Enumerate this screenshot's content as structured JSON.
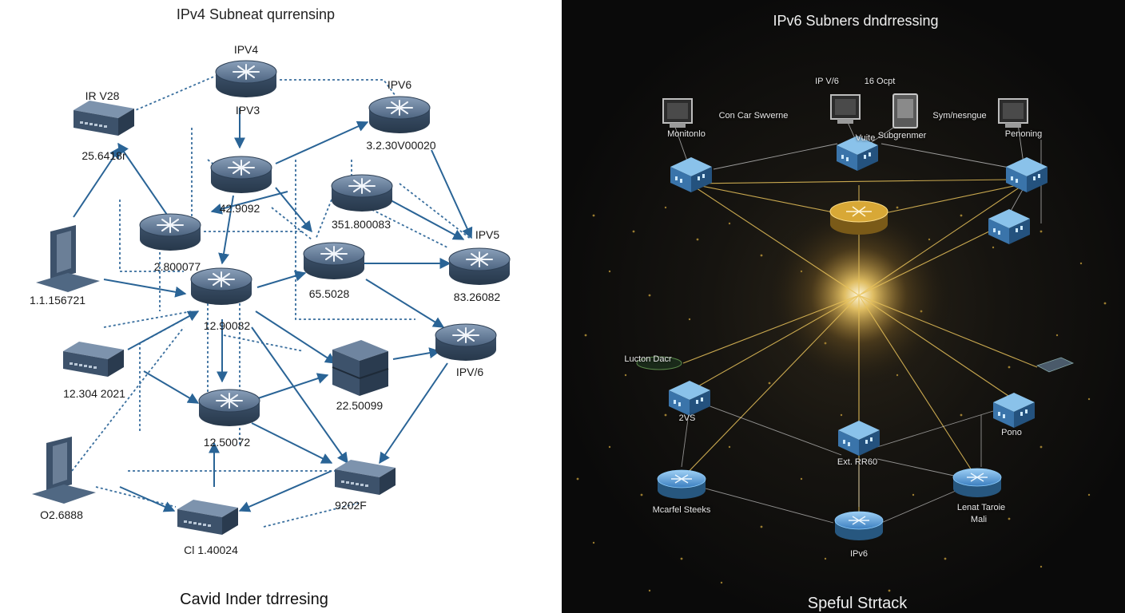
{
  "left_panel": {
    "title": "IPv4 Subneat qurrensinp",
    "footer": "Cavid Inder tdrresing",
    "labels": {
      "ipv4": "IPV4",
      "ipv3": "IPV3",
      "ipv28": "IR V28",
      "ipv6": "IPV6",
      "ipv5": "IPV5",
      "ipv6b": "IPV/6",
      "addr_25": "25.6418r",
      "addr_3_2": "3.2.30V00020",
      "addr_42": "42.9092",
      "addr_351": "351.800083",
      "addr_2_8": "2.800077",
      "addr_1_1": "1.1.156721",
      "addr_65": "65.5028",
      "addr_83": "83.26082",
      "addr_12_9": "12.90082",
      "addr_12_304": "12.304 2021",
      "addr_22": "22.50099",
      "addr_12_5": "12.50072",
      "addr_o2": "O2.6888",
      "addr_cl": "Cl 1.40024",
      "addr_9202": "9202F"
    }
  },
  "right_panel": {
    "title": "IPv6 Subners dndrressing",
    "footer": "Speful Strtack",
    "labels": {
      "ip_v6": "IP V/6",
      "sixteen_ocpt": "16 Ocpt",
      "con_car": "Con Car Swverne",
      "sym": "Sym/nesngue",
      "monitoring": "Monitonlo",
      "penoning": "Penoning",
      "vuite": "Vuite",
      "subgrenmer": "Subgrenmer",
      "lucton": "Lucton Dacr",
      "twovs": "2VS",
      "ext": "Ext. RR60",
      "pono": "Pono",
      "mcarfel": "Mcarfel Steeks",
      "lenat": "Lenat Taroie",
      "mali": "Mali",
      "ipv6": "IPv6"
    }
  },
  "colors": {
    "device_dark": "#3f5570",
    "device_light": "#6f85a0",
    "link_blue": "#2a6496",
    "dotted_blue": "#3a6f9e",
    "beam_gold": "#e8c25a",
    "node_glow": "#58a8e8"
  }
}
